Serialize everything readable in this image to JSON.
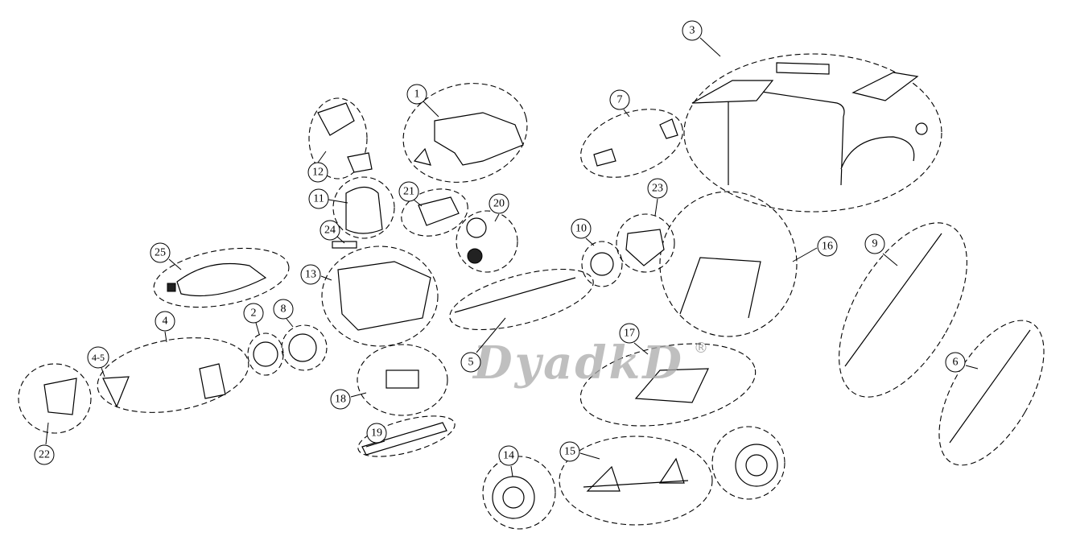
{
  "diagram": {
    "title": "Exploded parts diagram",
    "watermark": "DyadkD",
    "watermark_mark": "®",
    "callouts": [
      {
        "id": "c1",
        "label": "1"
      },
      {
        "id": "c2",
        "label": "2"
      },
      {
        "id": "c3",
        "label": "3"
      },
      {
        "id": "c4",
        "label": "4"
      },
      {
        "id": "c45",
        "label": "4-5"
      },
      {
        "id": "c5",
        "label": "5"
      },
      {
        "id": "c6",
        "label": "6"
      },
      {
        "id": "c7",
        "label": "7"
      },
      {
        "id": "c8",
        "label": "8"
      },
      {
        "id": "c9",
        "label": "9"
      },
      {
        "id": "c10",
        "label": "10"
      },
      {
        "id": "c11",
        "label": "11"
      },
      {
        "id": "c12",
        "label": "12"
      },
      {
        "id": "c13",
        "label": "13"
      },
      {
        "id": "c14",
        "label": "14"
      },
      {
        "id": "c15",
        "label": "15"
      },
      {
        "id": "c16",
        "label": "16"
      },
      {
        "id": "c17",
        "label": "17"
      },
      {
        "id": "c18",
        "label": "18"
      },
      {
        "id": "c19",
        "label": "19"
      },
      {
        "id": "c20",
        "label": "20"
      },
      {
        "id": "c21",
        "label": "21"
      },
      {
        "id": "c22",
        "label": "22"
      },
      {
        "id": "c23",
        "label": "23"
      },
      {
        "id": "c24",
        "label": "24"
      },
      {
        "id": "c25",
        "label": "25"
      }
    ]
  }
}
